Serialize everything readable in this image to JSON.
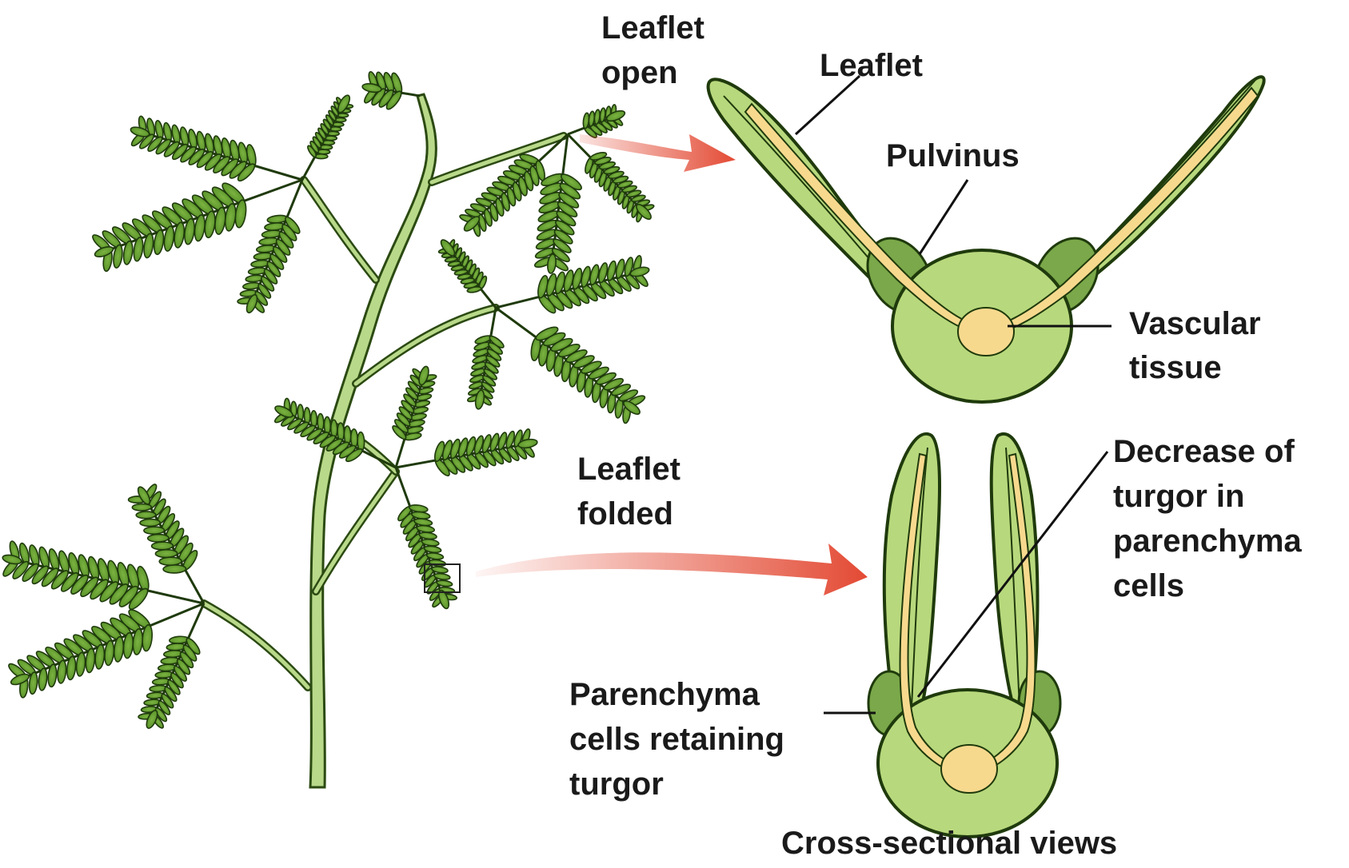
{
  "labels": {
    "leaflet_open_1": "Leaflet",
    "leaflet_open_2": "open",
    "leaflet": "Leaflet",
    "pulvinus": "Pulvinus",
    "vascular_1": "Vascular",
    "vascular_2": "tissue",
    "folded_1": "Leaflet",
    "folded_2": "folded",
    "decrease_1": "Decrease of",
    "decrease_2": "turgor in",
    "decrease_3": "parenchyma",
    "decrease_4": "cells",
    "retain_1": "Parenchyma",
    "retain_2": "cells retaining",
    "retain_3": "turgor",
    "caption": "Cross-sectional views"
  },
  "colors": {
    "plant_green": "#5f9a2c",
    "tissue_green": "#b8d87d",
    "vascular_yellow": "#f7d98e",
    "arrow_red": "#e34a34"
  }
}
